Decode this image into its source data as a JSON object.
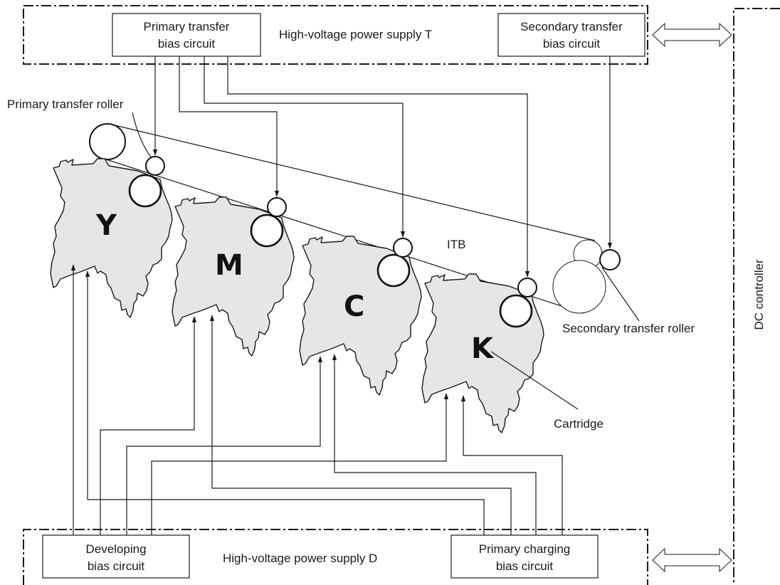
{
  "power_supply_t": {
    "label": "High-voltage power supply T",
    "primary_transfer_bias": [
      "Primary transfer",
      "bias circuit"
    ],
    "secondary_transfer_bias": [
      "Secondary transfer",
      "bias circuit"
    ]
  },
  "power_supply_d": {
    "label": "High-voltage power supply D",
    "developing_bias": [
      "Developing",
      "bias circuit"
    ],
    "primary_charging_bias": [
      "Primary charging",
      "bias circuit"
    ]
  },
  "dc_controller": {
    "label": "DC controller"
  },
  "labels": {
    "primary_transfer_roller": "Primary transfer roller",
    "secondary_transfer_roller": "Secondary transfer roller",
    "itb": "ITB",
    "cartridge": "Cartridge"
  },
  "cartridges": [
    {
      "letter": "Y"
    },
    {
      "letter": "M"
    },
    {
      "letter": "C"
    },
    {
      "letter": "K"
    }
  ]
}
